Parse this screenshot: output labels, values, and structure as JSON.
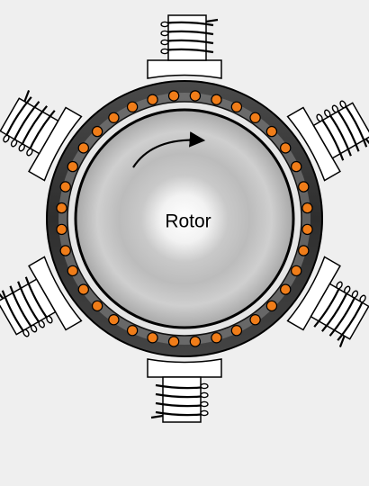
{
  "rotor": {
    "label": "Rotor",
    "rotation_direction": "clockwise"
  },
  "stator": {
    "pole_count": 6,
    "winding_turns": 4
  },
  "conductors": {
    "count": 36
  },
  "colors": {
    "background": "#efefef",
    "conductor": "#f07d19",
    "stator_ring": "#3e3e3e",
    "rotor_center": "#ffffff",
    "rotor_edge": "#a8a8a8",
    "outline": "#000000",
    "pole_fill": "#ffffff"
  }
}
